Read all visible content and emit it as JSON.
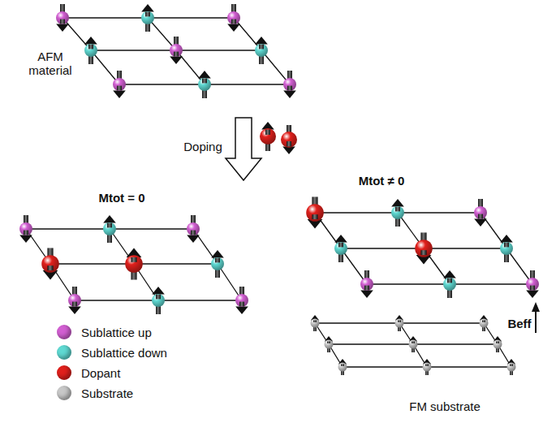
{
  "diagram": {
    "labels": [
      "AFM material",
      "Doping",
      "Mtot = 0",
      "Mtot ≠ 0",
      "FM substrate",
      "Beff"
    ],
    "legend": [
      {
        "text": "Sublattice up",
        "color": "#d25fd2"
      },
      {
        "text": "Sublattice down",
        "color": "#5fd9d2"
      },
      {
        "text": "Dopant",
        "color": "#e0201c"
      },
      {
        "text": "Substrate",
        "color": "#c8c8c8"
      }
    ]
  }
}
